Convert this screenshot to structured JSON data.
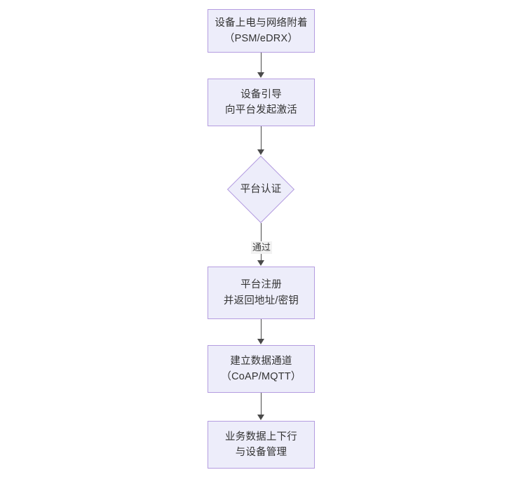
{
  "diagram": {
    "type": "flowchart",
    "orientation": "top-to-bottom",
    "theme": {
      "node_fill": "#ededfa",
      "node_border": "#b49ce0",
      "node_text": "#333333",
      "edge_color": "#4a4a4a",
      "background": "#ffffff",
      "edge_label_background": "#f2f2f2"
    },
    "nodes": [
      {
        "id": "n1",
        "shape": "rectangle",
        "lines": [
          "设备上电与网络附着",
          "（PSM/eDRX）"
        ]
      },
      {
        "id": "n2",
        "shape": "rectangle",
        "lines": [
          "设备引导",
          "向平台发起激活"
        ]
      },
      {
        "id": "n3",
        "shape": "diamond",
        "lines": [
          "平台认证"
        ]
      },
      {
        "id": "n4",
        "shape": "rectangle",
        "lines": [
          "平台注册",
          "并返回地址/密钥"
        ]
      },
      {
        "id": "n5",
        "shape": "rectangle",
        "lines": [
          "建立数据通道",
          "（CoAP/MQTT）"
        ]
      },
      {
        "id": "n6",
        "shape": "rectangle",
        "lines": [
          "业务数据上下行",
          "与设备管理"
        ]
      }
    ],
    "edges": [
      {
        "id": "e1",
        "from": "n1",
        "to": "n2",
        "label": ""
      },
      {
        "id": "e2",
        "from": "n2",
        "to": "n3",
        "label": ""
      },
      {
        "id": "e3",
        "from": "n3",
        "to": "n4",
        "label": "通过"
      },
      {
        "id": "e4",
        "from": "n4",
        "to": "n5",
        "label": ""
      },
      {
        "id": "e5",
        "from": "n5",
        "to": "n6",
        "label": ""
      }
    ]
  }
}
